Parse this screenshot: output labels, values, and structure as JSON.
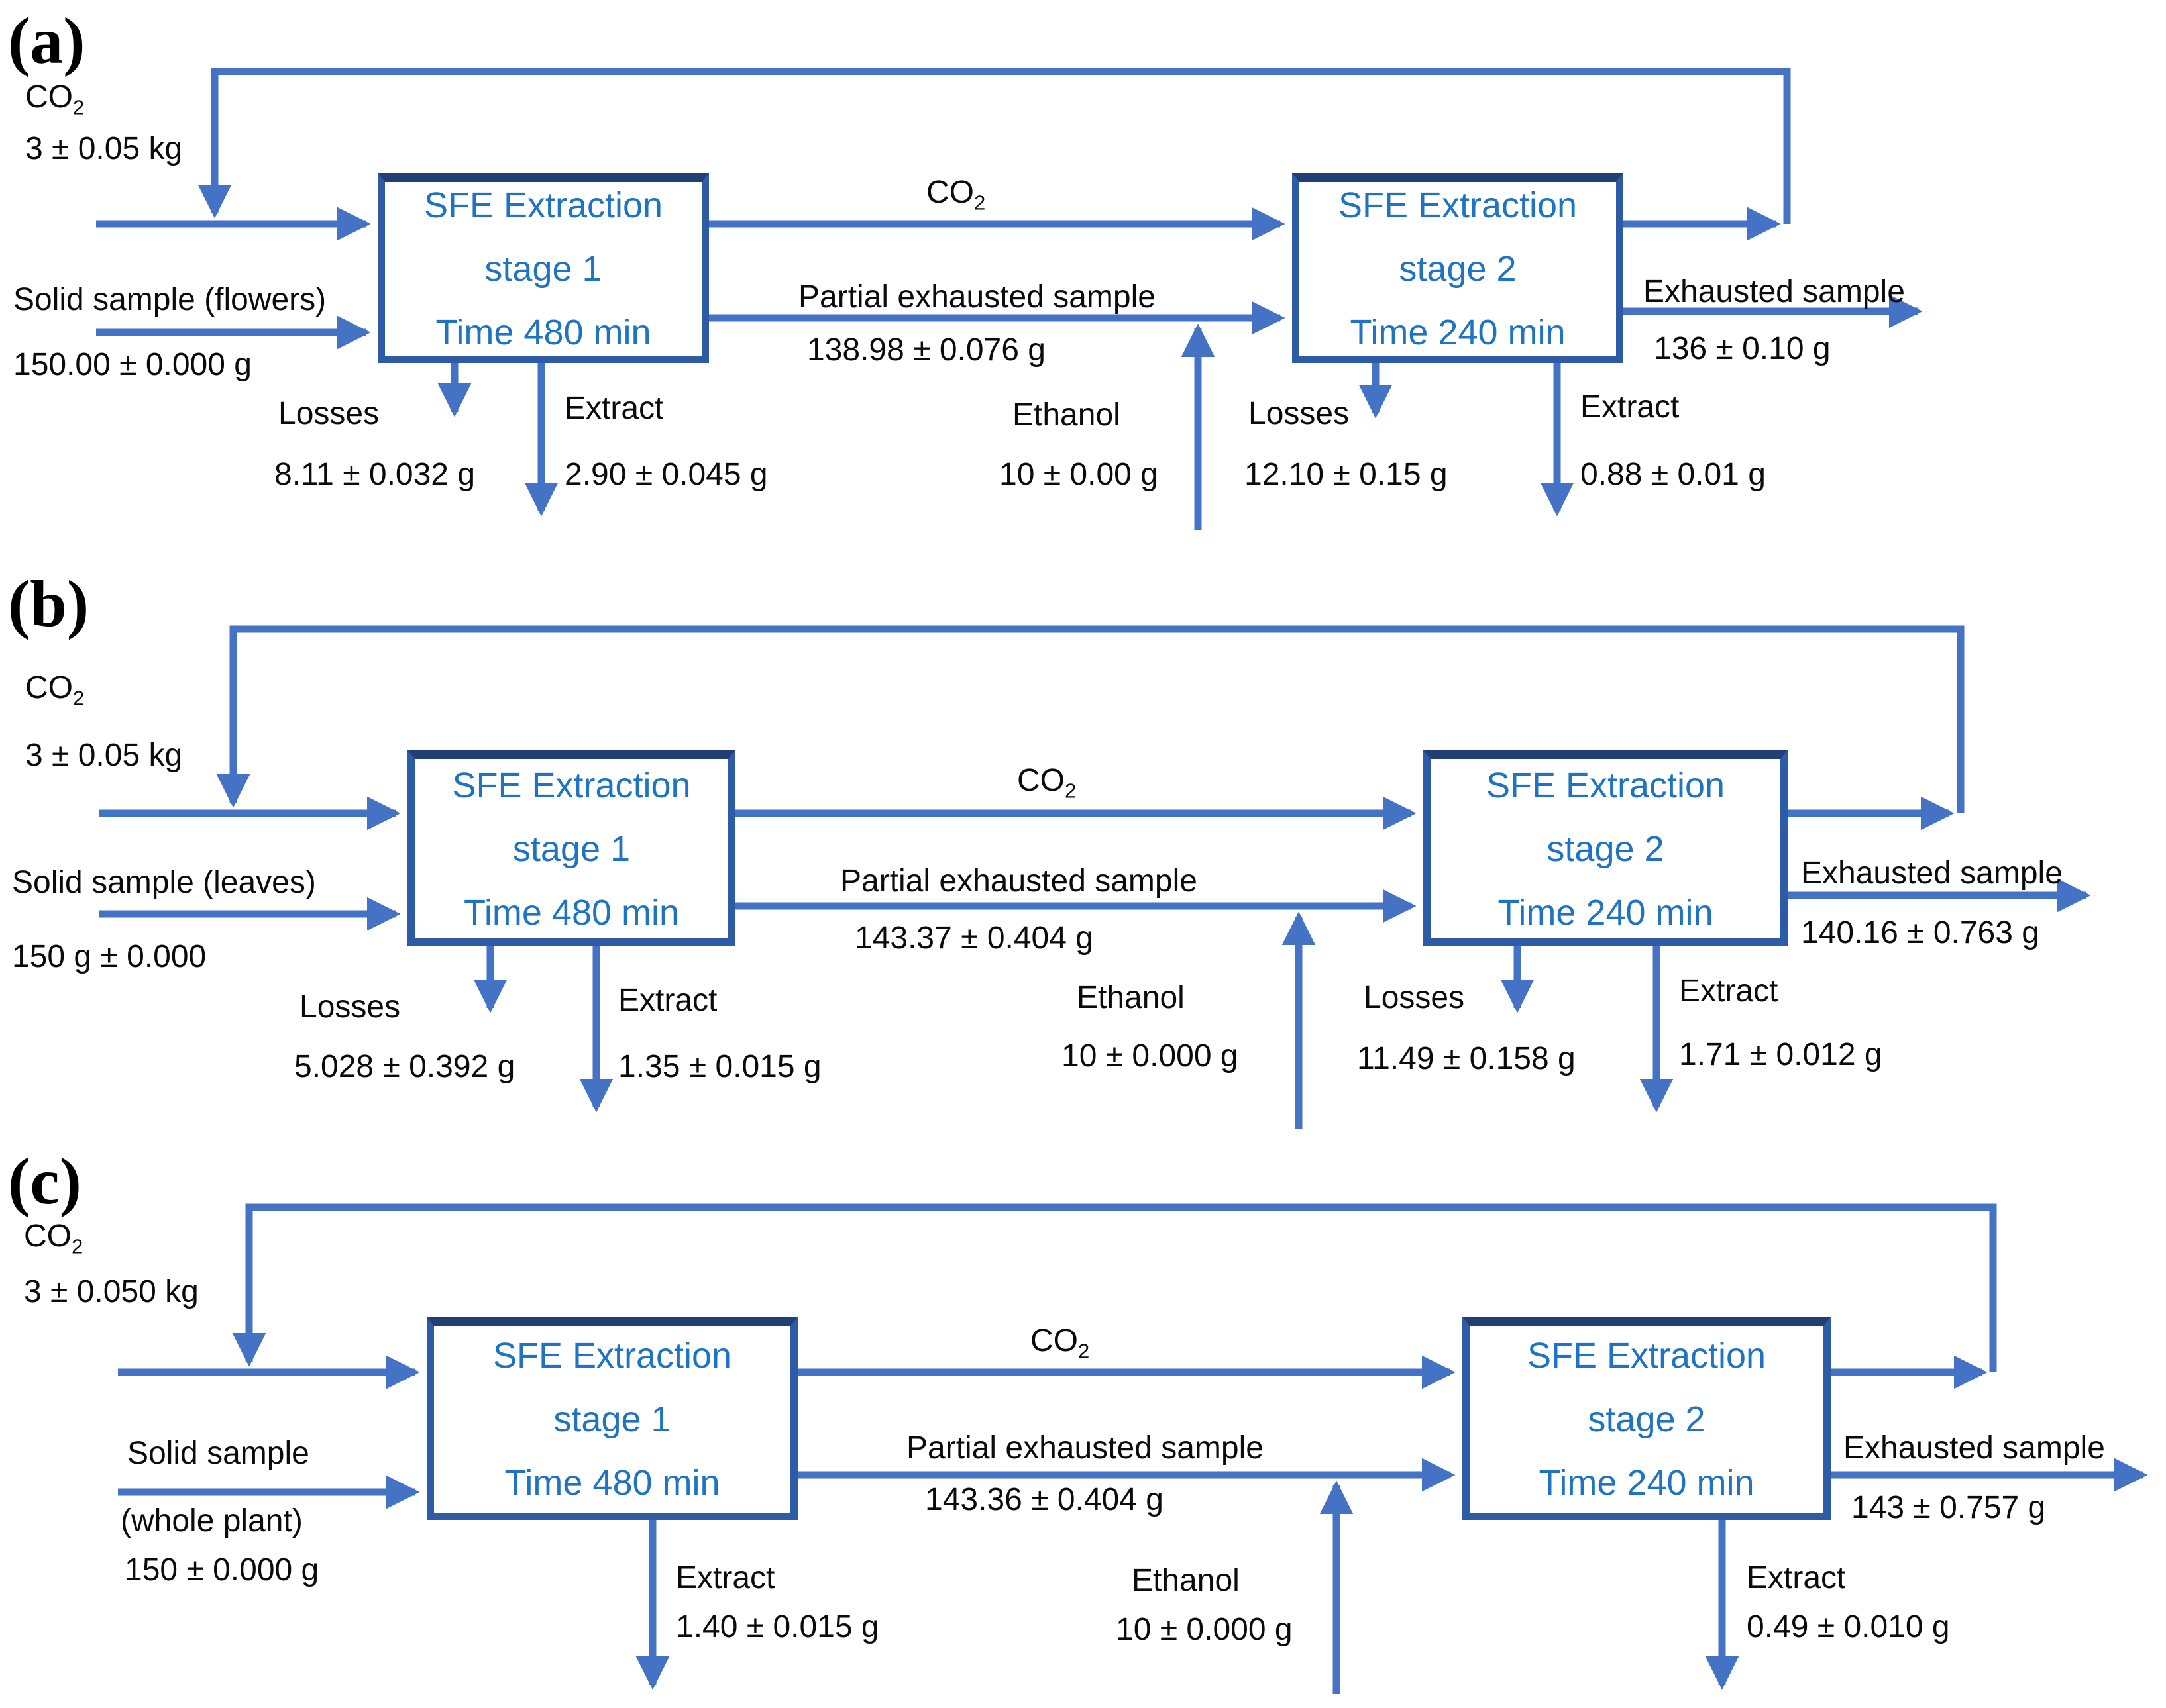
{
  "colors": {
    "arrow_blue": "#4472c4",
    "box_border": "#2e5ba6",
    "box_text_blue": "#1e73c3",
    "label_black": "#0b0b0b"
  },
  "panels": [
    {
      "letter": "(a)",
      "co2_feed": {
        "formula": "CO",
        "sub": "2",
        "amount": "3 ± 0.05 kg"
      },
      "solid_feed": {
        "label": "Solid sample (flowers)",
        "amount": "150.00 ± 0.000 g"
      },
      "stage1_box": {
        "line1": "SFE Extraction",
        "line2": "stage 1",
        "line3": "Time 480 min"
      },
      "co2_stream": {
        "formula": "CO",
        "sub": "2"
      },
      "partial_stream": {
        "label": "Partial exhausted sample",
        "amount": "138.98 ± 0.076 g"
      },
      "ethanol": {
        "label": "Ethanol",
        "amount": "10 ± 0.00 g"
      },
      "stage2_box": {
        "line1": "SFE Extraction",
        "line2": "stage 2",
        "line3": "Time 240 min"
      },
      "losses1": {
        "label": "Losses",
        "amount": "8.11 ± 0.032 g"
      },
      "extract1": {
        "label": "Extract",
        "amount": "2.90 ± 0.045 g"
      },
      "losses2": {
        "label": "Losses",
        "amount": "12.10 ± 0.15 g"
      },
      "extract2": {
        "label": "Extract",
        "amount": "0.88 ± 0.01 g"
      },
      "exhausted": {
        "label": "Exhausted sample",
        "amount": "136 ± 0.10 g"
      }
    },
    {
      "letter": "(b)",
      "co2_feed": {
        "formula": "CO",
        "sub": "2",
        "amount": "3 ± 0.05 kg"
      },
      "solid_feed": {
        "label": "Solid sample (leaves)",
        "amount": "150 g ± 0.000"
      },
      "stage1_box": {
        "line1": "SFE Extraction",
        "line2": "stage 1",
        "line3": "Time 480 min"
      },
      "co2_stream": {
        "formula": "CO",
        "sub": "2"
      },
      "partial_stream": {
        "label": "Partial exhausted sample",
        "amount": "143.37 ± 0.404 g"
      },
      "ethanol": {
        "label": "Ethanol",
        "amount": "10 ± 0.000 g"
      },
      "stage2_box": {
        "line1": "SFE Extraction",
        "line2": "stage 2",
        "line3": "Time 240 min"
      },
      "losses1": {
        "label": "Losses",
        "amount": "5.028 ± 0.392 g"
      },
      "extract1": {
        "label": "Extract",
        "amount": "1.35 ± 0.015 g"
      },
      "losses2": {
        "label": "Losses",
        "amount": "11.49 ± 0.158 g"
      },
      "extract2": {
        "label": "Extract",
        "amount": "1.71 ± 0.012 g"
      },
      "exhausted": {
        "label": "Exhausted sample",
        "amount": "140.16 ± 0.763 g"
      }
    },
    {
      "letter": "(c)",
      "co2_feed": {
        "formula": "CO",
        "sub": "2",
        "amount": "3 ± 0.050 kg"
      },
      "solid_feed": {
        "label": "Solid sample",
        "label2": "(whole plant)",
        "amount": "150 ± 0.000 g"
      },
      "stage1_box": {
        "line1": "SFE Extraction",
        "line2": "stage 1",
        "line3": "Time 480 min"
      },
      "co2_stream": {
        "formula": "CO",
        "sub": "2"
      },
      "partial_stream": {
        "label": "Partial exhausted sample",
        "amount": "143.36 ± 0.404 g"
      },
      "ethanol": {
        "label": "Ethanol",
        "amount": "10 ± 0.000 g"
      },
      "stage2_box": {
        "line1": "SFE Extraction",
        "line2": "stage 2",
        "line3": "Time 240 min"
      },
      "extract1": {
        "label": "Extract",
        "amount": "1.40 ± 0.015 g"
      },
      "extract2": {
        "label": "Extract",
        "amount": "0.49 ± 0.010 g"
      },
      "exhausted": {
        "label": "Exhausted sample",
        "amount": "143 ± 0.757 g"
      }
    }
  ]
}
